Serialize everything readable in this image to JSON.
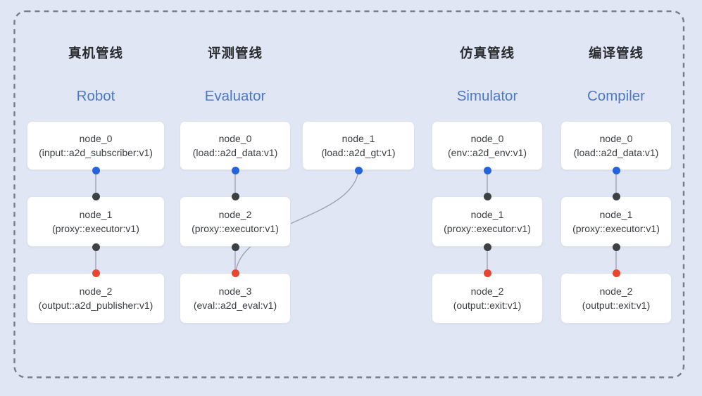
{
  "diagram": {
    "colors": {
      "background": "#e1e6f4",
      "frame_dash": "#757c8a",
      "edge": "#96a0b2",
      "port_blue": "#2363dd",
      "port_red": "#e8442e",
      "port_dark": "#3e4144",
      "title_zh": "#292b2f",
      "title_en": "#4d78c6",
      "node_text": "#3b3e43",
      "node_fill": "#ffffff",
      "node_border": "#dfe2e8"
    },
    "pipelines": [
      {
        "title_zh": "真机管线",
        "title_en": "Robot",
        "nodes": [
          {
            "name": "node_0",
            "type": "(input::a2d_subscriber:v1)",
            "row": 0,
            "lane": "main",
            "out_port": "blue"
          },
          {
            "name": "node_1",
            "type": "(proxy::executor:v1)",
            "row": 1,
            "lane": "main",
            "in_port": "dark",
            "out_port": "dark"
          },
          {
            "name": "node_2",
            "type": "(output::a2d_publisher:v1)",
            "row": 2,
            "lane": "main",
            "in_port": "red"
          }
        ],
        "edges": [
          {
            "from": 0,
            "to": 1,
            "shape": "line"
          },
          {
            "from": 1,
            "to": 2,
            "shape": "line"
          }
        ]
      },
      {
        "title_zh": "评测管线",
        "title_en": "Evaluator",
        "nodes": [
          {
            "name": "node_0",
            "type": "(load::a2d_data:v1)",
            "row": 0,
            "lane": "main",
            "out_port": "blue"
          },
          {
            "name": "node_1",
            "type": "(load::a2d_gt:v1)",
            "row": 0,
            "lane": "side",
            "out_port": "blue"
          },
          {
            "name": "node_2",
            "type": "(proxy::executor:v1)",
            "row": 1,
            "lane": "main",
            "in_port": "dark",
            "out_port": "dark"
          },
          {
            "name": "node_3",
            "type": "(eval::a2d_eval:v1)",
            "row": 2,
            "lane": "main",
            "in_port": "red"
          }
        ],
        "edges": [
          {
            "from": 0,
            "to": 2,
            "shape": "line"
          },
          {
            "from": 2,
            "to": 3,
            "shape": "line"
          },
          {
            "from": 1,
            "to": 3,
            "shape": "curve"
          }
        ]
      },
      {
        "title_zh": "仿真管线",
        "title_en": "Simulator",
        "nodes": [
          {
            "name": "node_0",
            "type": "(env::a2d_env:v1)",
            "row": 0,
            "lane": "main",
            "out_port": "blue"
          },
          {
            "name": "node_1",
            "type": "(proxy::executor:v1)",
            "row": 1,
            "lane": "main",
            "in_port": "dark",
            "out_port": "dark"
          },
          {
            "name": "node_2",
            "type": "(output::exit:v1)",
            "row": 2,
            "lane": "main",
            "in_port": "red"
          }
        ],
        "edges": [
          {
            "from": 0,
            "to": 1,
            "shape": "line"
          },
          {
            "from": 1,
            "to": 2,
            "shape": "line"
          }
        ]
      },
      {
        "title_zh": "编译管线",
        "title_en": "Compiler",
        "nodes": [
          {
            "name": "node_0",
            "type": "(load::a2d_data:v1)",
            "row": 0,
            "lane": "main",
            "out_port": "blue"
          },
          {
            "name": "node_1",
            "type": "(proxy::executor:v1)",
            "row": 1,
            "lane": "main",
            "in_port": "dark",
            "out_port": "dark"
          },
          {
            "name": "node_2",
            "type": "(output::exit:v1)",
            "row": 2,
            "lane": "main",
            "in_port": "red"
          }
        ],
        "edges": [
          {
            "from": 0,
            "to": 1,
            "shape": "line"
          },
          {
            "from": 1,
            "to": 2,
            "shape": "line"
          }
        ]
      }
    ]
  }
}
